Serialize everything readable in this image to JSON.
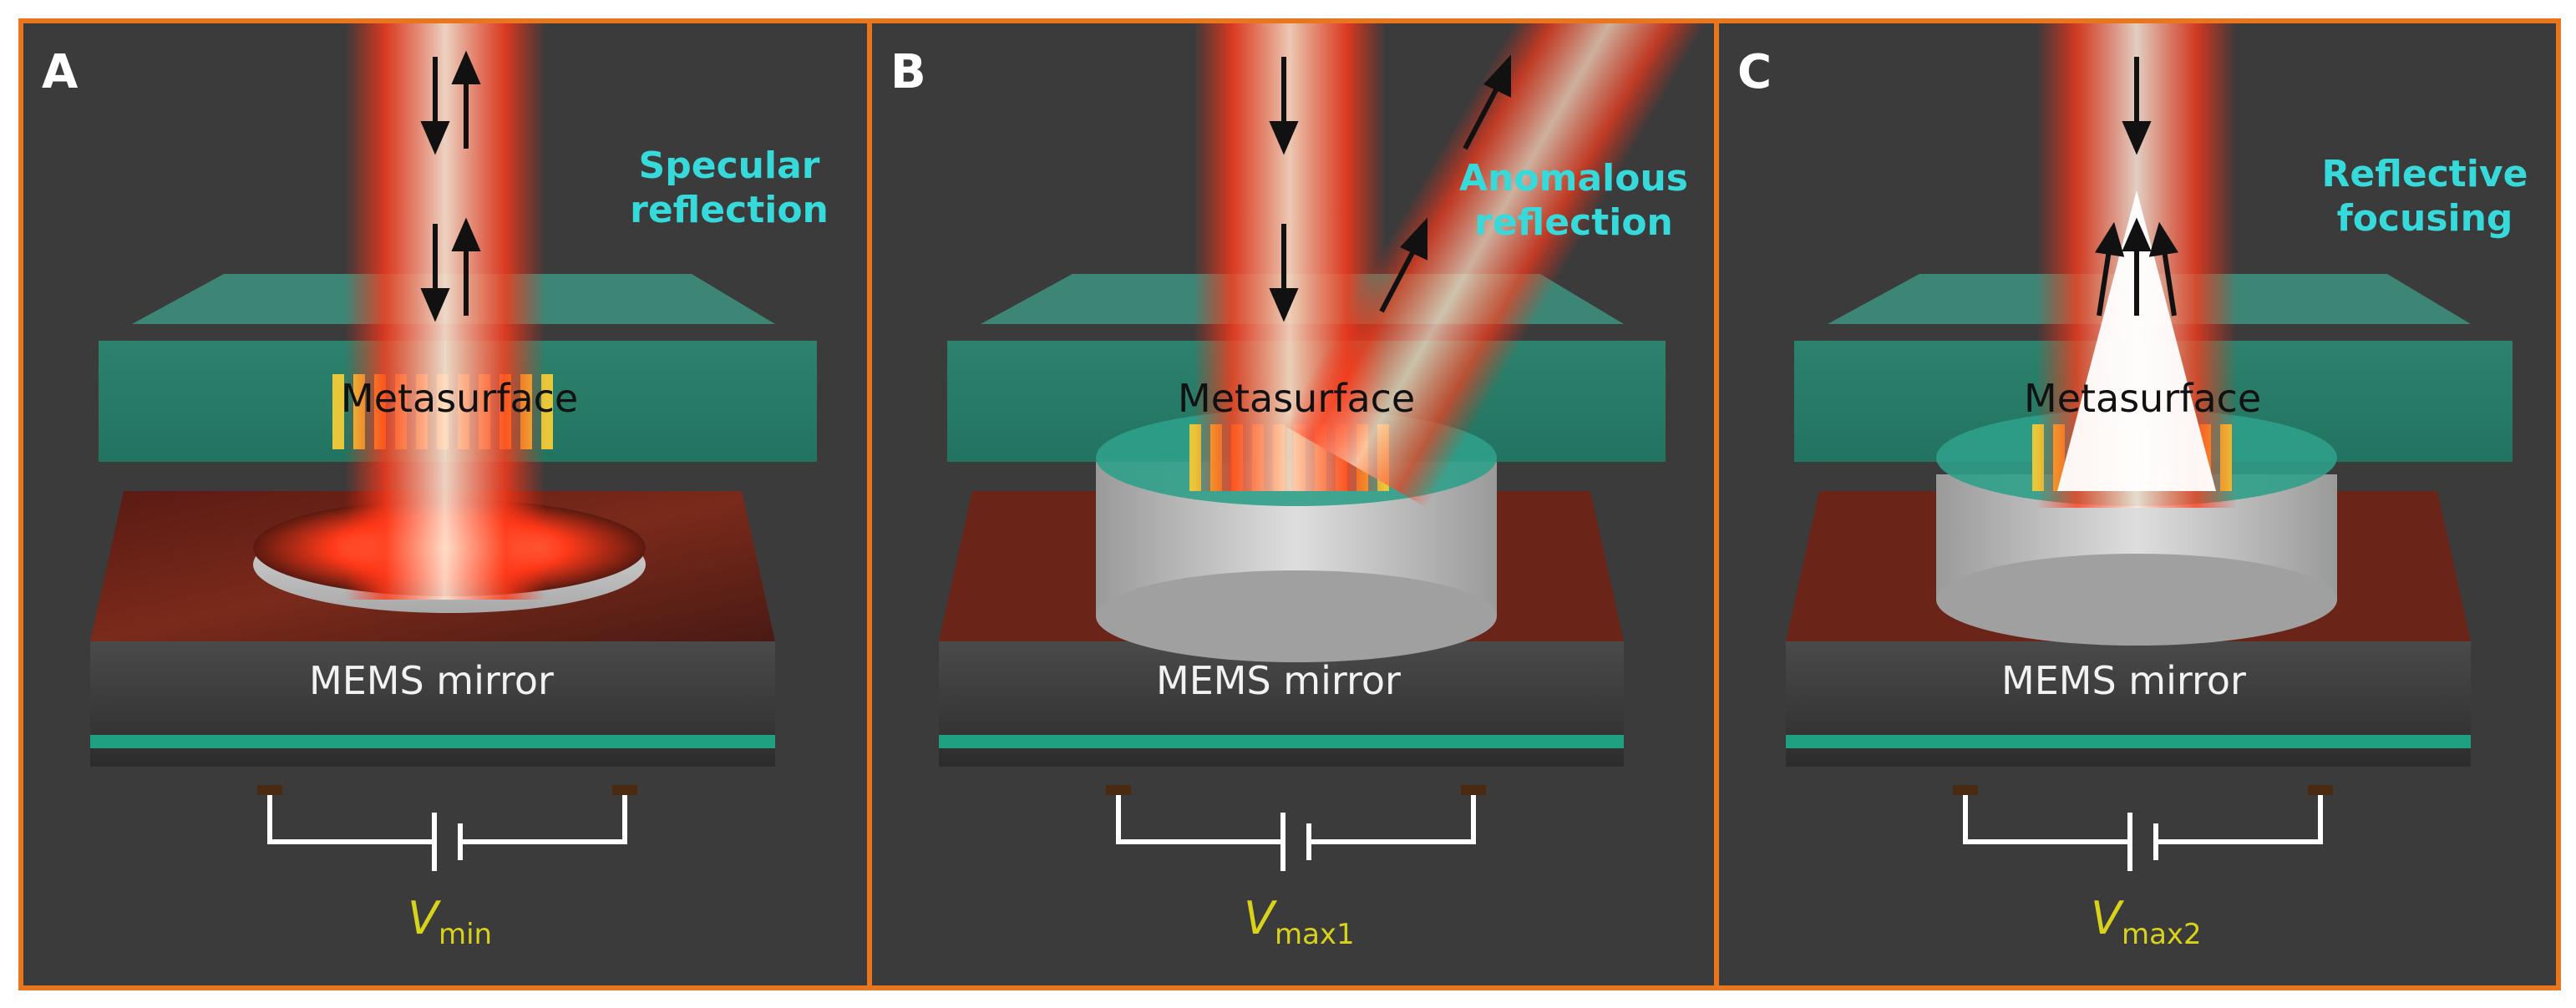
{
  "panels": [
    {
      "letter": "A",
      "caption_line1": "Specular",
      "caption_line2": "reflection",
      "metasurface": "Metasurface",
      "mems": "MEMS mirror",
      "voltage_symbol": "V",
      "voltage_sub": "min",
      "mode": "specular"
    },
    {
      "letter": "B",
      "caption_line1": "Anomalous",
      "caption_line2": "reflection",
      "metasurface": "Metasurface",
      "mems": "MEMS mirror",
      "voltage_symbol": "V",
      "voltage_sub": "max1",
      "mode": "anomalous"
    },
    {
      "letter": "C",
      "caption_line1": "Reflective",
      "caption_line2": "focusing",
      "metasurface": "Metasurface",
      "mems": "MEMS mirror",
      "voltage_symbol": "V",
      "voltage_sub": "max2",
      "mode": "focusing"
    }
  ],
  "colors": {
    "border": "#e8761f",
    "background": "#3b3b3b",
    "caption": "#36dada",
    "voltage": "#d8d21a",
    "glass": "#2f9c80",
    "beam": "#ff3a1a"
  },
  "icons": [
    "down-arrow-icon",
    "up-arrow-icon",
    "battery-symbol-icon"
  ]
}
